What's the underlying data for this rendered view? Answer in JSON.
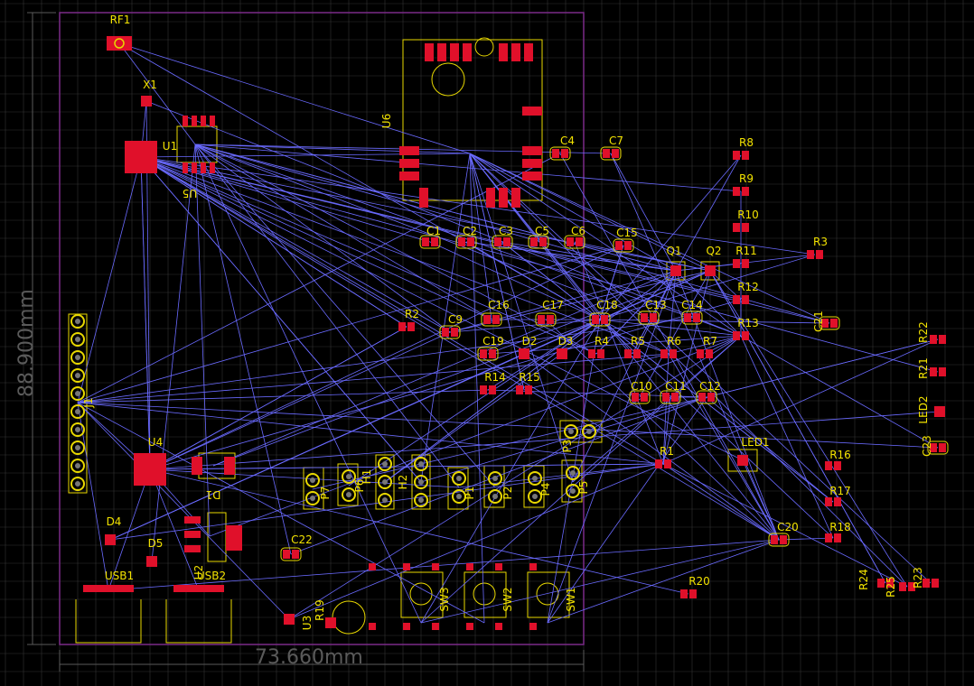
{
  "canvas": {
    "background": "#000000",
    "grid_color": "#3a3a3a",
    "board_outline_color": "#7a2a88",
    "pad_color": "#e0102a",
    "silkscreen_color": "#e8d800",
    "ratsnest_color": "#6a6aff"
  },
  "dimensions": {
    "width": "73.660mm",
    "height": "88.900mm"
  },
  "components": [
    {
      "ref": "RF1"
    },
    {
      "ref": "X1"
    },
    {
      "ref": "U1"
    },
    {
      "ref": "U5"
    },
    {
      "ref": "U6"
    },
    {
      "ref": "C1"
    },
    {
      "ref": "C2"
    },
    {
      "ref": "C3"
    },
    {
      "ref": "C4"
    },
    {
      "ref": "C5"
    },
    {
      "ref": "C6"
    },
    {
      "ref": "C7"
    },
    {
      "ref": "C9"
    },
    {
      "ref": "C10"
    },
    {
      "ref": "C11"
    },
    {
      "ref": "C12"
    },
    {
      "ref": "C13"
    },
    {
      "ref": "C14"
    },
    {
      "ref": "C15"
    },
    {
      "ref": "C16"
    },
    {
      "ref": "C17"
    },
    {
      "ref": "C18"
    },
    {
      "ref": "C19"
    },
    {
      "ref": "C20"
    },
    {
      "ref": "C21"
    },
    {
      "ref": "C22"
    },
    {
      "ref": "C23"
    },
    {
      "ref": "R1"
    },
    {
      "ref": "R2"
    },
    {
      "ref": "R3"
    },
    {
      "ref": "R4"
    },
    {
      "ref": "R5"
    },
    {
      "ref": "R6"
    },
    {
      "ref": "R7"
    },
    {
      "ref": "R8"
    },
    {
      "ref": "R9"
    },
    {
      "ref": "R10"
    },
    {
      "ref": "R11"
    },
    {
      "ref": "R12"
    },
    {
      "ref": "R13"
    },
    {
      "ref": "R14"
    },
    {
      "ref": "R15"
    },
    {
      "ref": "R16"
    },
    {
      "ref": "R17"
    },
    {
      "ref": "R18"
    },
    {
      "ref": "R19"
    },
    {
      "ref": "R20"
    },
    {
      "ref": "R21"
    },
    {
      "ref": "R22"
    },
    {
      "ref": "R23"
    },
    {
      "ref": "R24"
    },
    {
      "ref": "R25"
    },
    {
      "ref": "D1"
    },
    {
      "ref": "D2"
    },
    {
      "ref": "D3"
    },
    {
      "ref": "D4"
    },
    {
      "ref": "D5"
    },
    {
      "ref": "Q1"
    },
    {
      "ref": "Q2"
    },
    {
      "ref": "LED1"
    },
    {
      "ref": "LED2"
    },
    {
      "ref": "P1"
    },
    {
      "ref": "P2"
    },
    {
      "ref": "P3"
    },
    {
      "ref": "P4"
    },
    {
      "ref": "P5"
    },
    {
      "ref": "P6"
    },
    {
      "ref": "P7"
    },
    {
      "ref": "H1"
    },
    {
      "ref": "H2"
    },
    {
      "ref": "J1"
    },
    {
      "ref": "U2"
    },
    {
      "ref": "U3"
    },
    {
      "ref": "U4"
    },
    {
      "ref": "USB1"
    },
    {
      "ref": "USB2"
    },
    {
      "ref": "SW1"
    },
    {
      "ref": "SW2"
    },
    {
      "ref": "SW3"
    }
  ]
}
